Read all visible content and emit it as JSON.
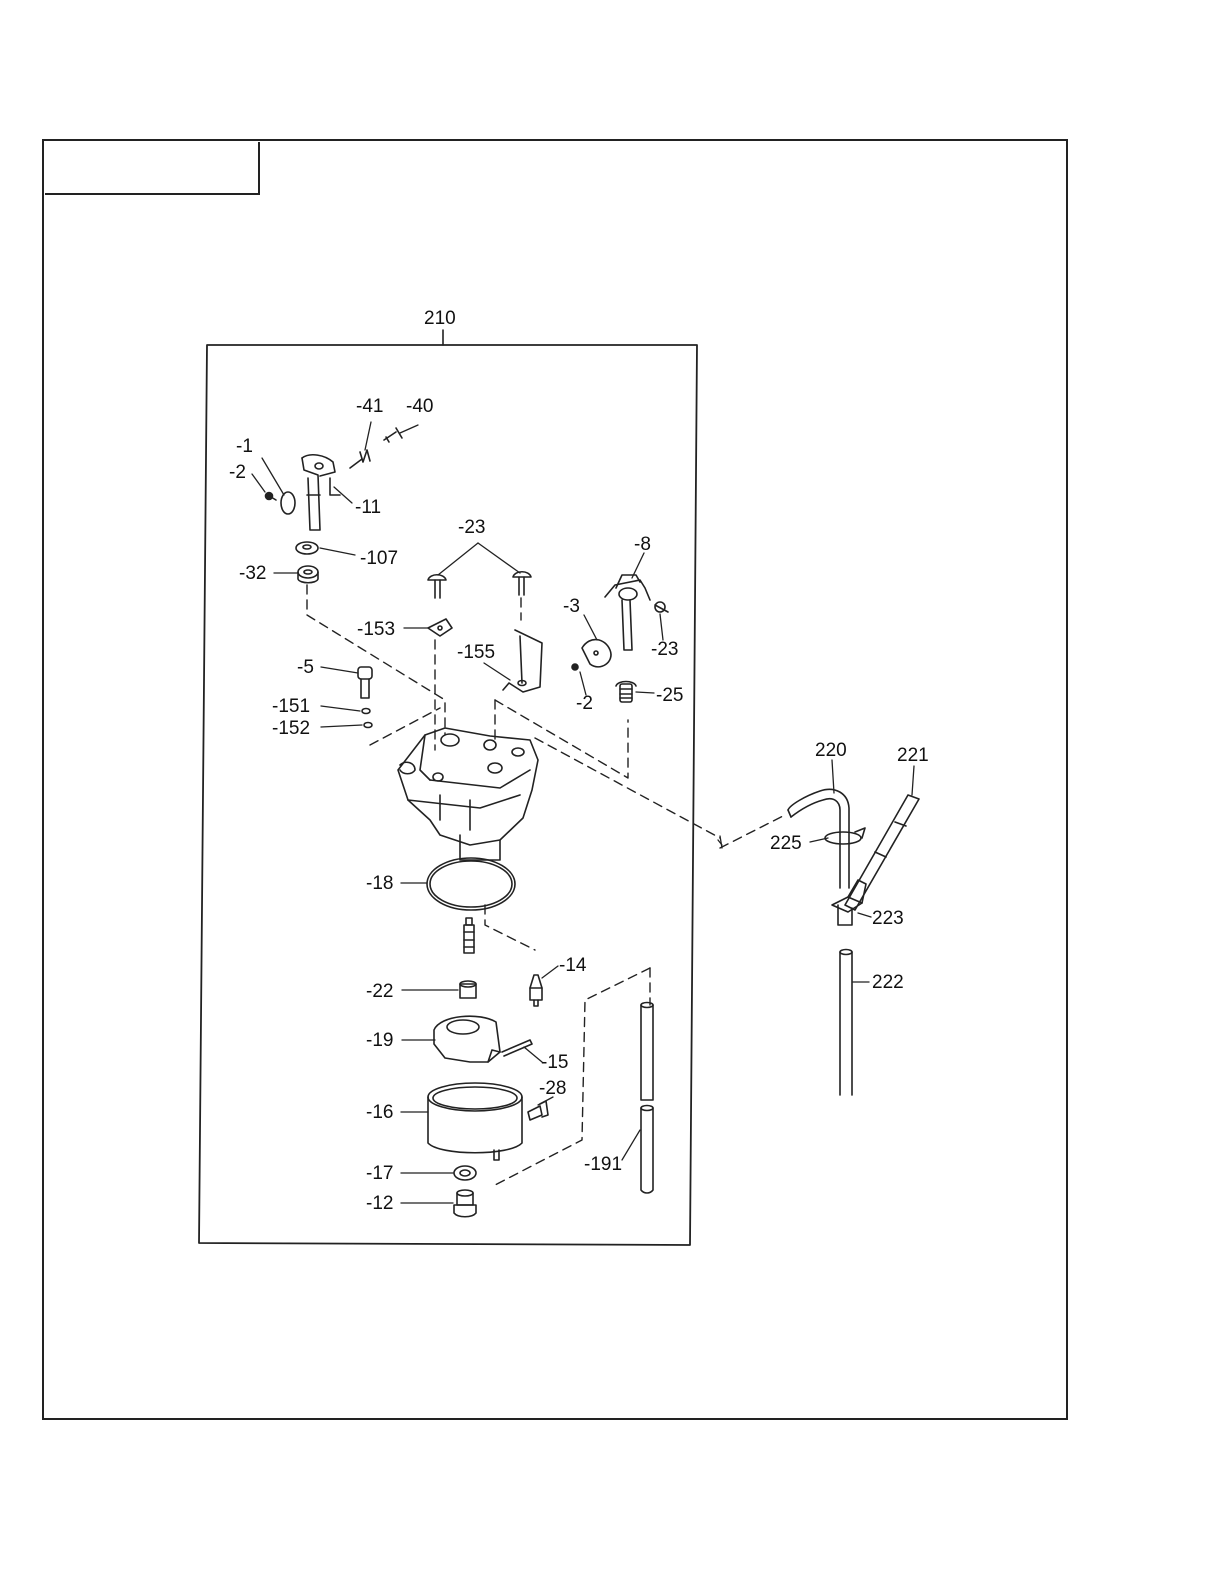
{
  "title_box": {
    "text": ""
  },
  "assembly": {
    "label": "210"
  },
  "parts": [
    {
      "id": "p1",
      "label": "-1"
    },
    {
      "id": "p2a",
      "label": "-2"
    },
    {
      "id": "p41",
      "label": "-41"
    },
    {
      "id": "p40",
      "label": "-40"
    },
    {
      "id": "p11",
      "label": "-11"
    },
    {
      "id": "p107",
      "label": "-107"
    },
    {
      "id": "p32",
      "label": "-32"
    },
    {
      "id": "p23a",
      "label": "-23"
    },
    {
      "id": "p8",
      "label": "-8"
    },
    {
      "id": "p3",
      "label": "-3"
    },
    {
      "id": "p23b",
      "label": "-23"
    },
    {
      "id": "p153",
      "label": "-153"
    },
    {
      "id": "p155",
      "label": "-155"
    },
    {
      "id": "p2b",
      "label": "-2"
    },
    {
      "id": "p25",
      "label": "-25"
    },
    {
      "id": "p5",
      "label": "-5"
    },
    {
      "id": "p151",
      "label": "-151"
    },
    {
      "id": "p152",
      "label": "-152"
    },
    {
      "id": "p18",
      "label": "-18"
    },
    {
      "id": "p14",
      "label": "-14"
    },
    {
      "id": "p22",
      "label": "-22"
    },
    {
      "id": "p19",
      "label": "-19"
    },
    {
      "id": "p15",
      "label": "-15"
    },
    {
      "id": "p28",
      "label": "-28"
    },
    {
      "id": "p16",
      "label": "-16"
    },
    {
      "id": "p191",
      "label": "-191"
    },
    {
      "id": "p17",
      "label": "-17"
    },
    {
      "id": "p12",
      "label": "-12"
    },
    {
      "id": "p220",
      "label": "220"
    },
    {
      "id": "p221",
      "label": "221"
    },
    {
      "id": "p225",
      "label": "225"
    },
    {
      "id": "p223",
      "label": "223"
    },
    {
      "id": "p222",
      "label": "222"
    }
  ]
}
